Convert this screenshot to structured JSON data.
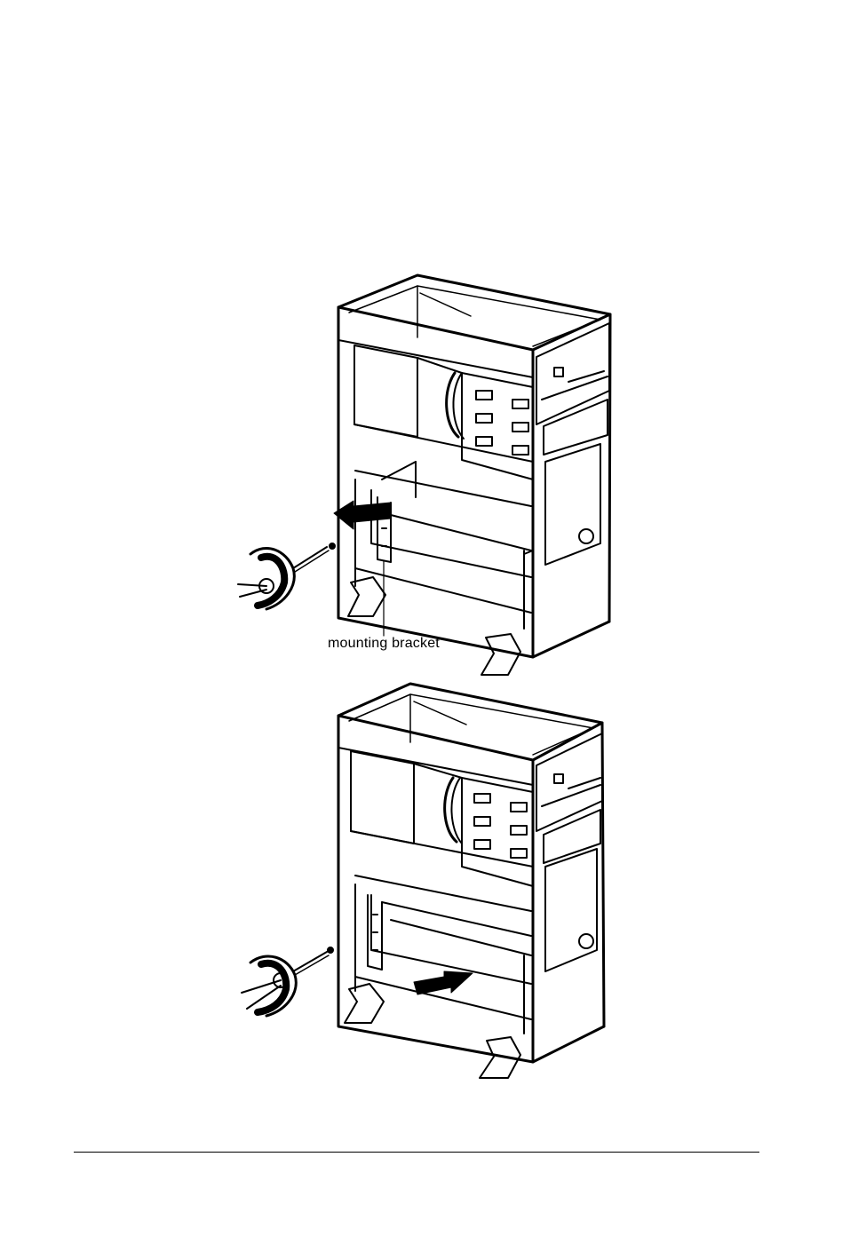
{
  "illustrations": [
    {
      "id": "remove-card",
      "callout": "mounting bracket",
      "arrow": "out"
    },
    {
      "id": "insert-card",
      "callout": "",
      "arrow": "in"
    }
  ],
  "icons": [
    "computer-chassis",
    "screwdriver",
    "screw",
    "direction-arrow"
  ]
}
